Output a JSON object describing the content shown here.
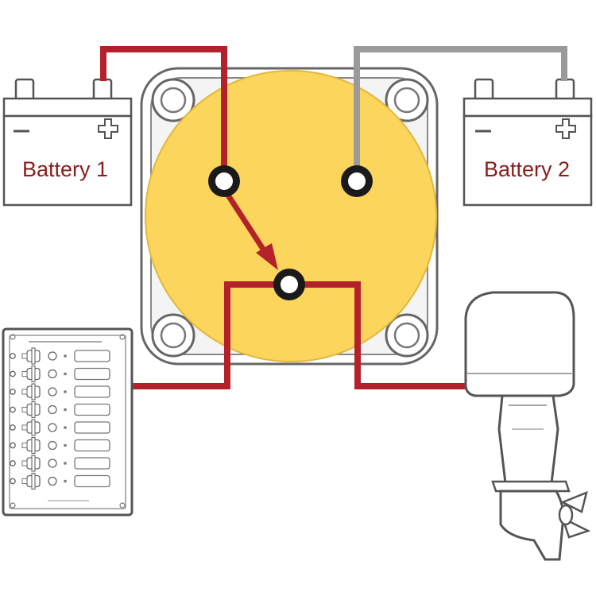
{
  "diagram": {
    "battery_1": {
      "label": "Battery 1"
    },
    "battery_2": {
      "label": "Battery 2"
    },
    "switch": {
      "terminals": [
        "battery-1",
        "battery-2",
        "common"
      ]
    },
    "panel": {
      "circuits": 8
    },
    "colors": {
      "positive_wire": "#b3222a",
      "alt_wire": "#9a9a9a",
      "switch_face": "#fcd55c",
      "outline": "#5a5a5a",
      "label_text": "#8a1c1c"
    },
    "icons": [
      "battery-icon",
      "battery-switch-icon",
      "switch-panel-icon",
      "outboard-motor-icon"
    ]
  }
}
